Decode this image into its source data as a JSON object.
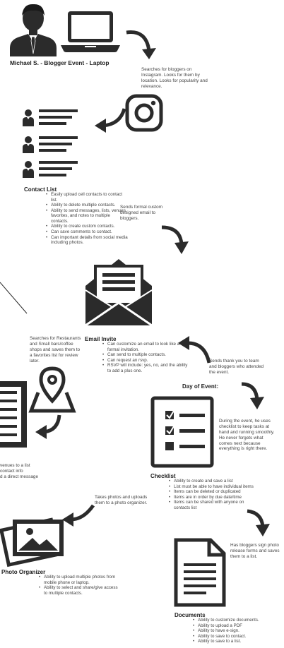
{
  "persona": {
    "title": "Michael S. - Blogger Event - Laptop"
  },
  "notes": {
    "instagram": "Searches for bloggers on Instagram. Looks for them by location. Looks for popularity and relevance.",
    "email": "Sends formal custom designed email to bloggers.",
    "restaurants": "Searches for Restaurants and Small bars/coffee shops and saves them to a favorites list for review later.",
    "venues_l1": "venues to a list",
    "venues_l2": "contact info",
    "venues_l3": "d a direct message",
    "thanks": "Sends thank you to team and bloggers who attended the event.",
    "checklist_use": "During the event, he uses checklist to keep tasks at hand and running smoothly. He never forgets what comes next because everything is right there.",
    "photos": "Takes photos and uploads them to a photo organizer.",
    "release": "Has bloggers sign photo release forms and saves them to a list."
  },
  "day_of_event": "Day of Event:",
  "contact_list": {
    "title": "Contact List",
    "items": [
      "Easily upload cell contacts to contact list.",
      "Ability to delete multiple contacts.",
      "Ability to send messages, lists, venues, favorites, and notes to multiple contacts.",
      "Ability to create custom contacts.",
      "Can save comments to contact.",
      "Can important details from social media including photos."
    ]
  },
  "email_invite": {
    "title": "Email Invite",
    "items": [
      "Can customize an email to look like a formal invitation.",
      "Can send to multiple contacts.",
      "Can request an rsvp.",
      "RSVP will include: yes, no, and the ability to add a plus one."
    ]
  },
  "checklist": {
    "title": "Checklist",
    "items": [
      "Ability to create and save a list",
      "List must be able to have individual items",
      "Items can be deleted or duplicated",
      "Items are in order by due date/time",
      "Items can be shared with anyone on contacts list"
    ]
  },
  "photo_organizer": {
    "title": "Photo Organizer",
    "items": [
      "Ability to upload multiple photos from mobile phone or laptop.",
      "Ability to select and share/give access to multiple contacts."
    ]
  },
  "documents": {
    "title": "Documents",
    "items": [
      "Ability to customize documents.",
      "Ability to upload a PDF",
      "Ability to have e-sign.",
      "Ability to save to contact.",
      "Ability to save to a list."
    ]
  },
  "icons": {
    "person": "user-avatar-icon",
    "laptop": "laptop-icon",
    "instagram": "instagram-icon",
    "contacts": "contact-list-icon",
    "envelope": "open-envelope-icon",
    "map": "map-location-icon",
    "checklist": "checklist-icon",
    "photos": "photo-stack-icon",
    "document": "document-icon"
  },
  "colors": {
    "icon": "#2b2b2b",
    "text": "#444444",
    "background": "#ffffff"
  }
}
